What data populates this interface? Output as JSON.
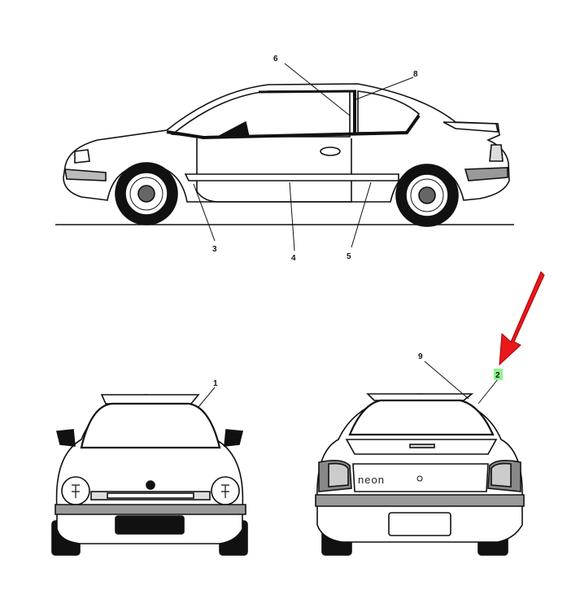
{
  "diagram": {
    "callouts": {
      "c1": "1",
      "c2": "2",
      "c3": "3",
      "c4": "4",
      "c5": "5",
      "c6": "6",
      "c8": "8",
      "c9": "9"
    },
    "rear_badge": "neon",
    "highlight_color": "#8ef58a",
    "arrow_color": "#e8181c",
    "views": [
      "side-view",
      "front-view",
      "rear-view"
    ]
  }
}
